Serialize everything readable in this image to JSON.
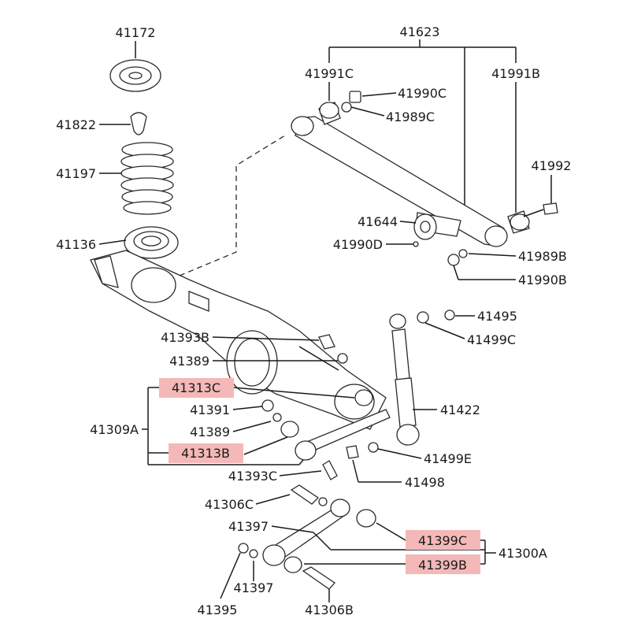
{
  "highlight_color": "#f4b8b8",
  "line_color": "#1a1a1a",
  "labels": {
    "p41172": "41172",
    "p41822": "41822",
    "p41197": "41197",
    "p41136": "41136",
    "p41623": "41623",
    "p41991c": "41991C",
    "p41991b": "41991B",
    "p41990c": "41990C",
    "p41989c": "41989C",
    "p41992": "41992",
    "p41644": "41644",
    "p41990d": "41990D",
    "p41989b": "41989B",
    "p41990b": "41990B",
    "p41495": "41495",
    "p41499c": "41499C",
    "p41393b": "41393B",
    "p41389a": "41389",
    "p41313c": "41313C",
    "p41391": "41391",
    "p41389b": "41389",
    "p41313b": "41313B",
    "p41309a": "41309A",
    "p41422": "41422",
    "p41499e": "41499E",
    "p41393c": "41393C",
    "p41498": "41498",
    "p41306c": "41306C",
    "p41397a": "41397",
    "p41399c": "41399C",
    "p41399b": "41399B",
    "p41300a": "41300A",
    "p41397b": "41397",
    "p41395": "41395",
    "p41306b": "41306B"
  }
}
